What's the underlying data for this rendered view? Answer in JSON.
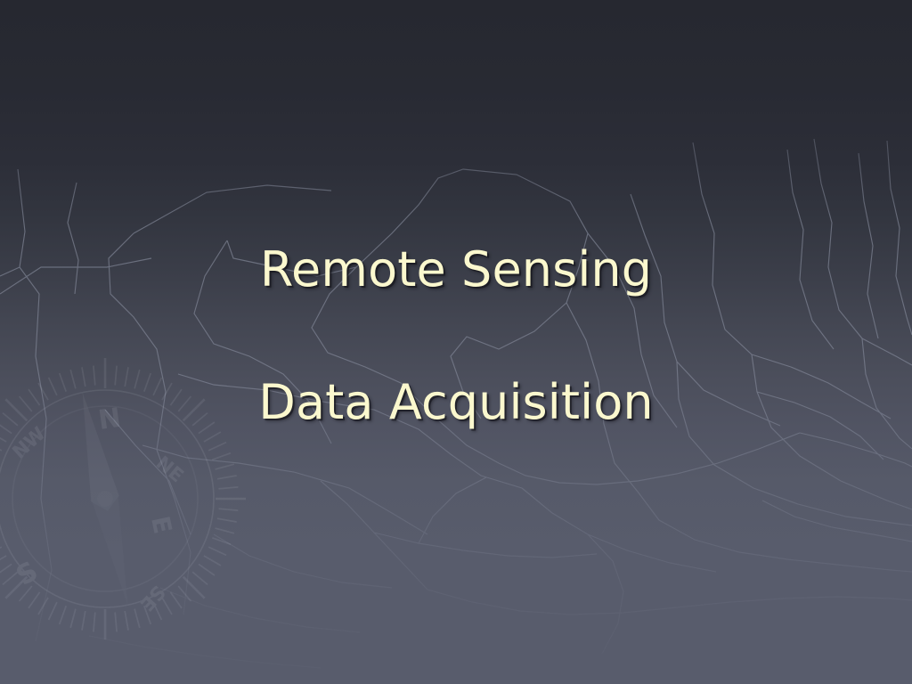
{
  "slide": {
    "kind": "presentation-title-slide",
    "title_line_1": "Remote Sensing",
    "title_line_2": "Data Acquisition",
    "title_color": "#FBF8CE",
    "background": {
      "top_color": "#262830",
      "bottom_color": "#585C6C",
      "contour_line_color": "#9AA0B2",
      "theme": "topographic-map-with-compass"
    }
  },
  "background_art": {
    "compass": {
      "labels": {
        "north": "N",
        "northeast": "NE",
        "northwest": "NW",
        "east": "E",
        "southeast": "SE",
        "south": "S"
      }
    }
  }
}
